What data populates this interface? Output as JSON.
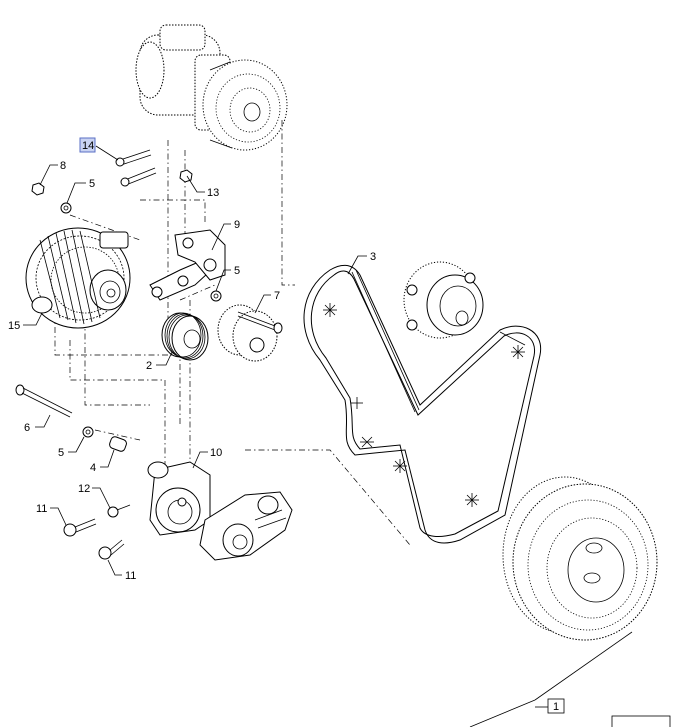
{
  "callouts": {
    "c1": "1",
    "c2": "2",
    "c3": "3",
    "c4": "4",
    "c5a": "5",
    "c5b": "5",
    "c5c": "5",
    "c6": "6",
    "c7": "7",
    "c8": "8",
    "c9": "9",
    "c10": "10",
    "c11a": "11",
    "c11b": "11",
    "c12": "12",
    "c13": "13",
    "c14": "14",
    "c15": "15"
  },
  "colors": {
    "highlight_fill": "#c9d3f2",
    "highlight_stroke": "#5a6fc4",
    "line": "#000000"
  },
  "icons": {
    "snowflake_marker": "asterisk-marker-icon"
  }
}
